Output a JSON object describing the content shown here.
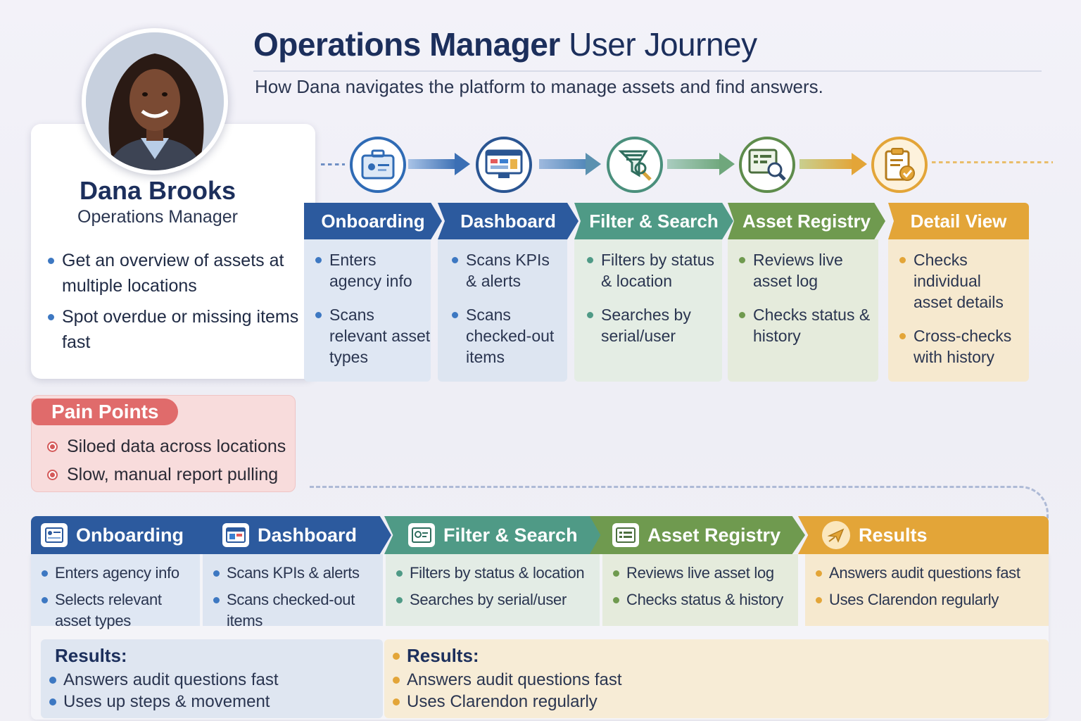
{
  "header": {
    "title_bold": "Operations Manager",
    "title_light": "User Journey",
    "subtitle": "How Dana navigates the platform to manage assets and find answers."
  },
  "persona": {
    "name": "Dana Brooks",
    "role": "Operations Manager",
    "goals": [
      "Get an overview of assets at multiple locations",
      "Spot overdue or missing items fast"
    ]
  },
  "top_stages": [
    {
      "title": "Onboarding",
      "color": "#2c5a9e",
      "icon": "briefcase-icon",
      "items": [
        "Enters agency info",
        "Scans relevant asset types"
      ]
    },
    {
      "title": "Dashboard",
      "color": "#2c5a9e",
      "icon": "monitor-dashboard-icon",
      "items": [
        "Scans KPIs & alerts",
        "Scans checked-out items"
      ]
    },
    {
      "title": "Filter & Search",
      "color": "#4f9a86",
      "icon": "filter-search-icon",
      "items": [
        "Filters by status & location",
        "Searches by serial/user"
      ]
    },
    {
      "title": "Asset Registry",
      "color": "#6f9a4f",
      "icon": "registry-magnifier-icon",
      "items": [
        "Reviews live asset log",
        "Checks status & history"
      ]
    },
    {
      "title": "Detail View",
      "color": "#e3a538",
      "icon": "clipboard-check-icon",
      "items": [
        "Checks individual asset details",
        "Cross-checks with history"
      ]
    }
  ],
  "pain_points": {
    "title": "Pain Points",
    "items": [
      "Siloed data across locations",
      "Slow, manual report pulling"
    ]
  },
  "bottom_stages": [
    {
      "title": "Onboarding",
      "color": "#2c5a9e",
      "icon": "id-card-icon",
      "items": [
        "Enters agency info",
        "Selects relevant asset types"
      ]
    },
    {
      "title": "Dashboard",
      "color": "#2c5a9e",
      "icon": "dashboard-window-icon",
      "items": [
        "Scans KPIs & alerts",
        "Scans checked-out items"
      ]
    },
    {
      "title": "Filter & Search",
      "color": "#4f9a86",
      "icon": "id-search-icon",
      "items": [
        "Filters by status & location",
        "Searches by serial/user"
      ]
    },
    {
      "title": "Asset Registry",
      "color": "#6f9a4f",
      "icon": "list-icon",
      "items": [
        "Reviews live asset log",
        "Checks status & history"
      ]
    },
    {
      "title": "Results",
      "color": "#e3a538",
      "icon": "plane-result-icon",
      "items": [
        "Answers audit questions fast",
        "Uses Clarendon regularly"
      ]
    }
  ],
  "results_left": {
    "title": "Results:",
    "items": [
      "Answers audit questions fast",
      "Uses up steps & movement"
    ]
  },
  "results_right": {
    "title": "Results:",
    "items": [
      "Answers audit questions fast",
      "Uses Clarendon regularly"
    ]
  }
}
